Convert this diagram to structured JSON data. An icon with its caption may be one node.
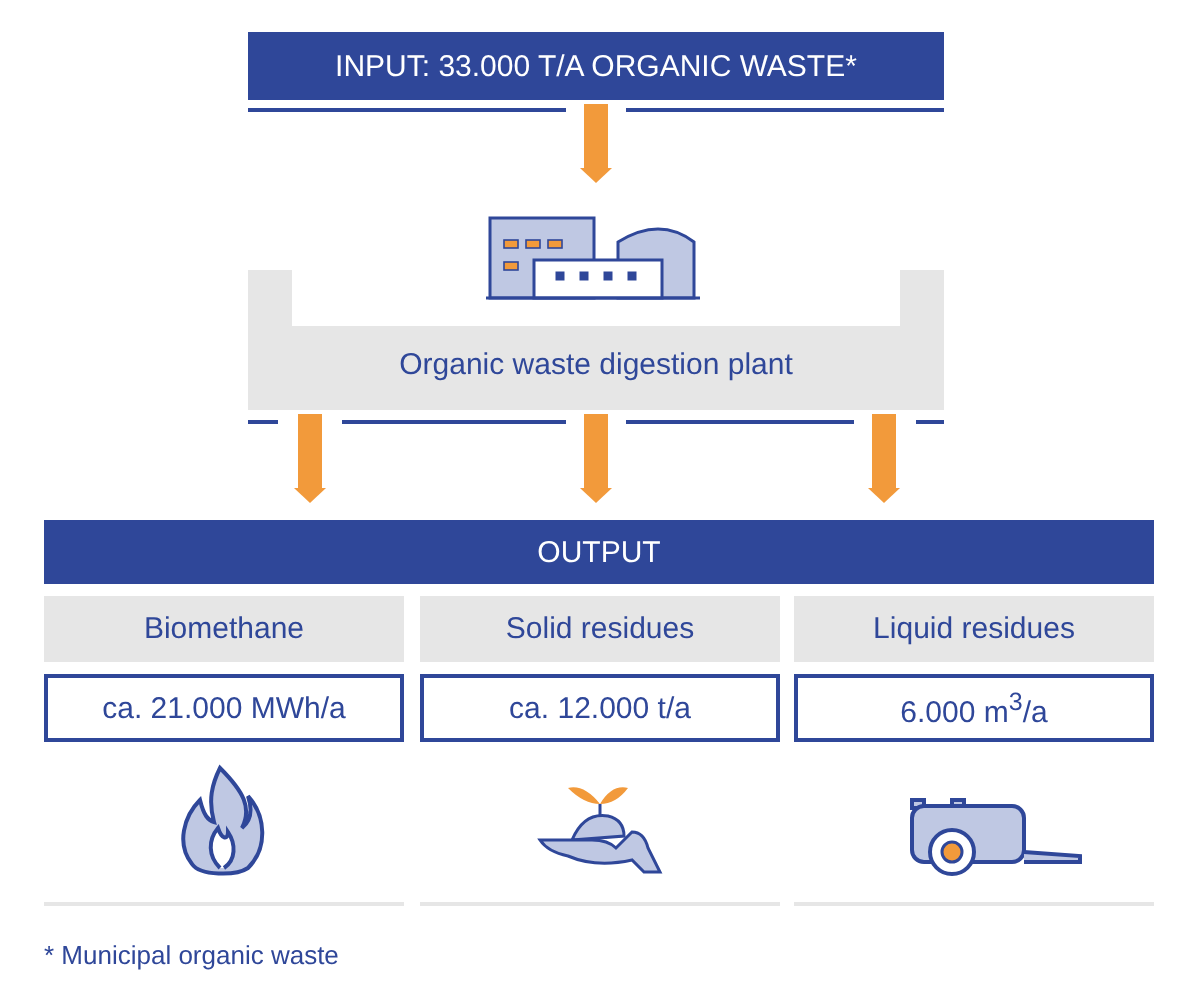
{
  "diagram": {
    "nodes": [
      {
        "text": [
          "INPUT: 33.000 T/A ORGANIC WASTE*"
        ]
      },
      {
        "text": [
          "Organic waste digestion plant"
        ]
      },
      {
        "text": [
          "OUTPUT"
        ]
      },
      {
        "text": [
          "Biomethane"
        ]
      },
      {
        "text": [
          "Solid residues"
        ]
      },
      {
        "text": [
          "Liquid residues"
        ]
      },
      {
        "text": [
          "ca. 21.000 MWh/a"
        ]
      },
      {
        "text": [
          "ca. 12.000 t/a"
        ]
      },
      {
        "text": [
          "6.000 m$^{3}$/a"
        ]
      }
    ],
    "edges": [
      {
        "from": 0,
        "to": 1,
        "arrow": "to"
      },
      {
        "from": 1,
        "to": 2,
        "arrow": "to"
      },
      {
        "from": 1,
        "to": 2,
        "arrow": "to"
      },
      {
        "from": 1,
        "to": 2,
        "arrow": "to"
      }
    ],
    "labels": [
      "* Municipal organic waste"
    ]
  }
}
